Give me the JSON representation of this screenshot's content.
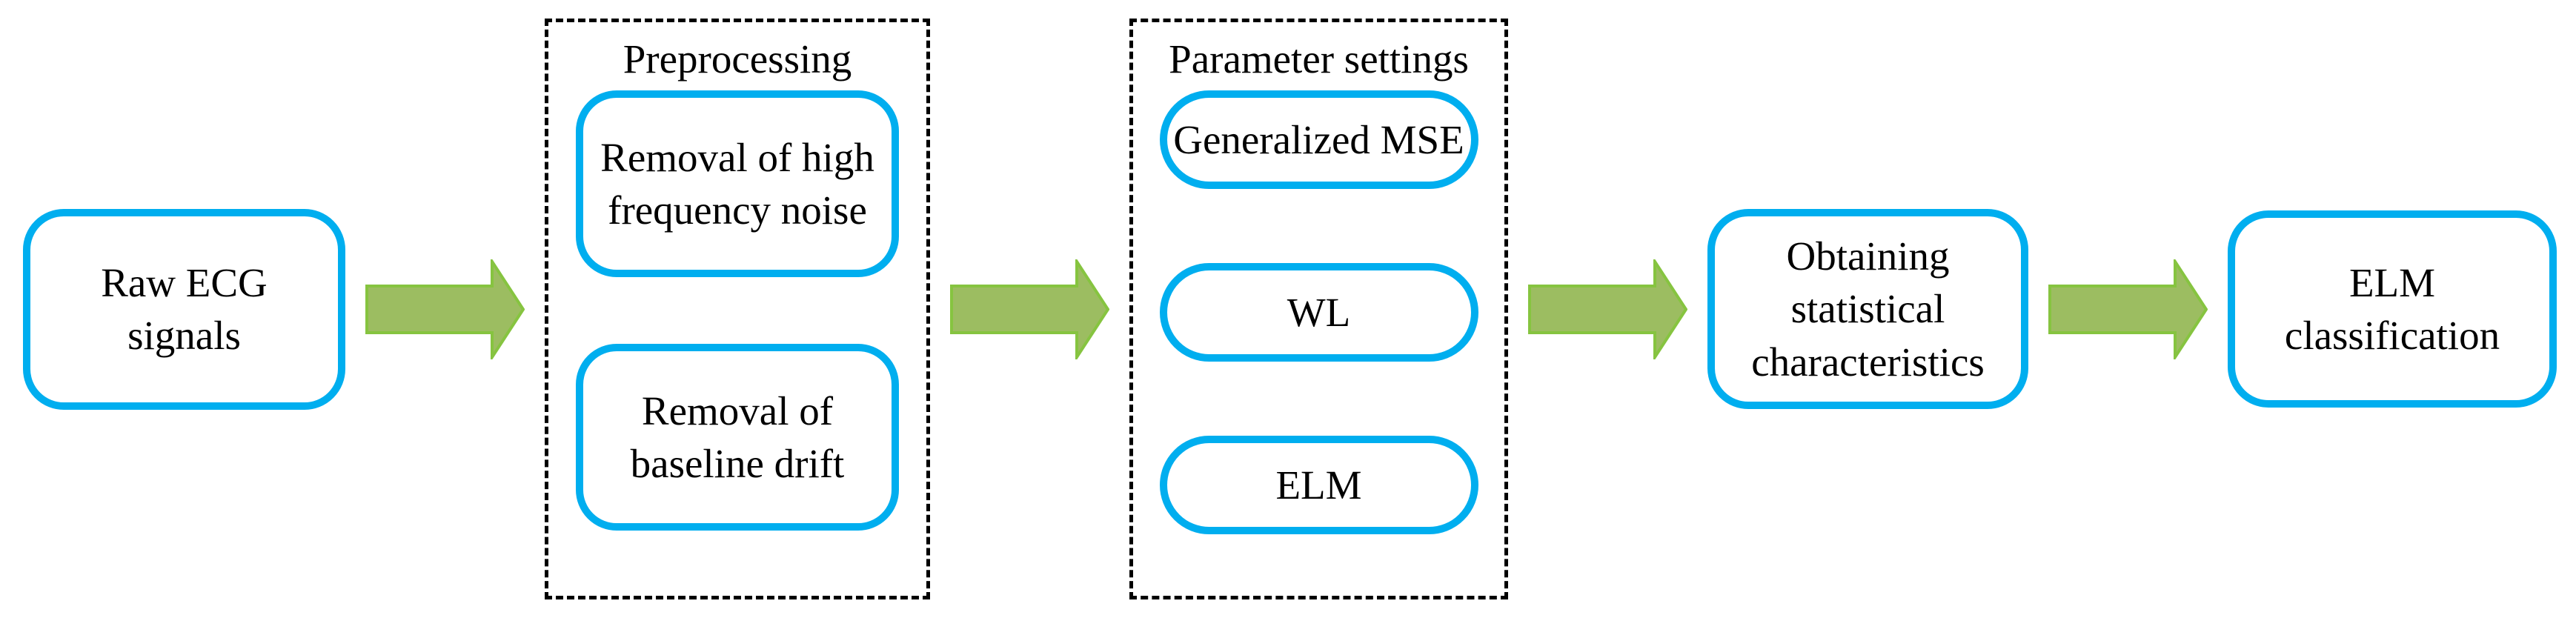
{
  "colors": {
    "background": "#FFFFFF",
    "text": "#000000",
    "node_border": "#00AEEF",
    "group_border": "#000000",
    "arrow_fill": "#9CBD61",
    "arrow_outline": "#86C440"
  },
  "icons": {
    "flow_arrow": "green-right-block-arrow"
  },
  "flow": {
    "raw_ecg": {
      "label": "Raw ECG signals"
    },
    "preprocessing": {
      "title": "Preprocessing",
      "items": [
        {
          "label": "Removal of high frequency noise"
        },
        {
          "label": "Removal of baseline drift"
        }
      ]
    },
    "parameter_settings": {
      "title": "Parameter settings",
      "items": [
        {
          "label": "Generalized MSE"
        },
        {
          "label": "WL"
        },
        {
          "label": "ELM"
        }
      ]
    },
    "statistical": {
      "label": "Obtaining statistical characteristics"
    },
    "elm_classification": {
      "label": "ELM classification"
    }
  }
}
